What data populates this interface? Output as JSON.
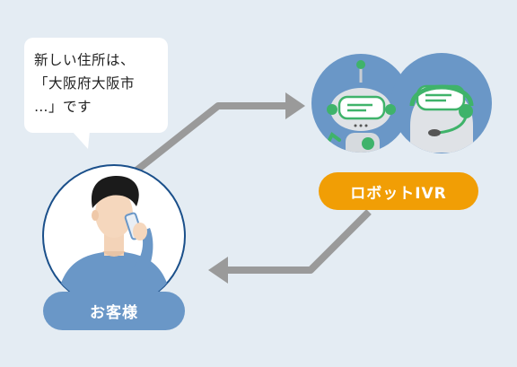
{
  "customer": {
    "speech": [
      "新しい住所は、",
      "「大阪府大阪市",
      "…」です"
    ],
    "label": "お客様"
  },
  "robot": {
    "label": "ロボットIVR"
  },
  "colors": {
    "background": "#e4ecf3",
    "arrow": "#9a9a9a",
    "robot_label_bg": "#f19e05",
    "customer_label_bg": "#6a97c7",
    "robot_circle": "#6a97c7",
    "robot_accent": "#3fb36a",
    "customer_shirt": "#6a97c7"
  }
}
